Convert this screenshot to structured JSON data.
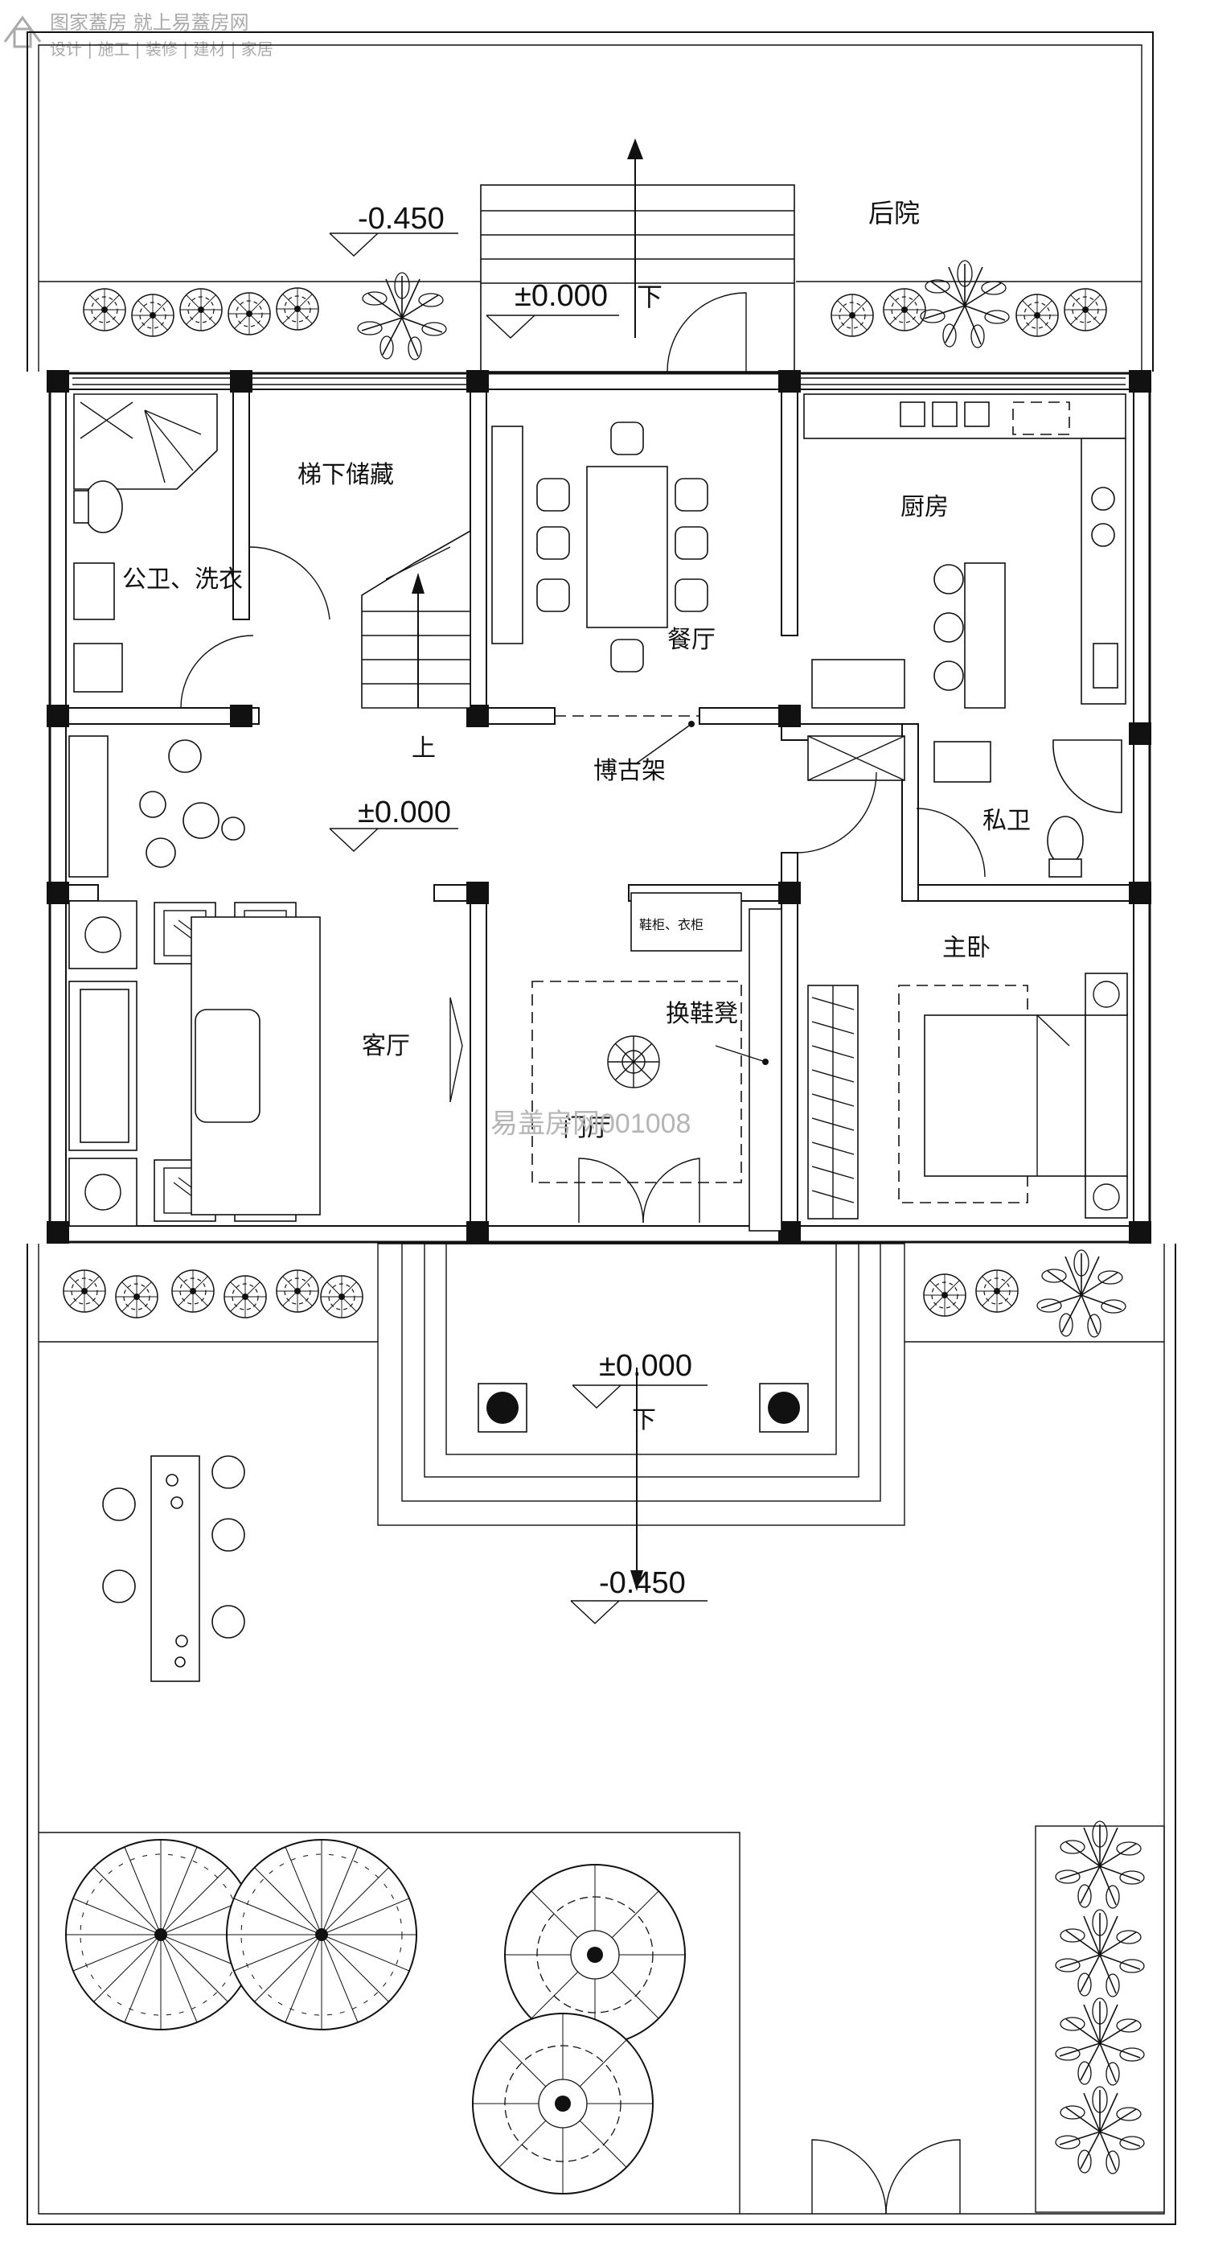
{
  "brand": {
    "main": "图家蓋房 就上易蓋房网",
    "sub": "设计 | 施工 | 装修 | 建材 | 家居"
  },
  "watermark": "易盖房网001008",
  "rooms": {
    "back_yard": "后院",
    "under_stair_storage": "梯下储藏",
    "public_bath_laundry": "公卫、洗衣",
    "dining": "餐厅",
    "kitchen": "厨房",
    "curio_shelf": "博古架",
    "private_bath": "私卫",
    "living": "客厅",
    "master_bedroom": "主卧",
    "foyer": "门厅",
    "shoe_bench": "换鞋凳",
    "shoe_cabinet": "鞋柜、衣柜"
  },
  "stairs": {
    "up": "上"
  },
  "levels": {
    "back_yard": "-0.450",
    "back_entry": "±0.000",
    "hall": "±0.000",
    "front_porch": "±0.000",
    "front_yard": "-0.450"
  },
  "directions": {
    "back_down": "下",
    "front_down": "下"
  }
}
